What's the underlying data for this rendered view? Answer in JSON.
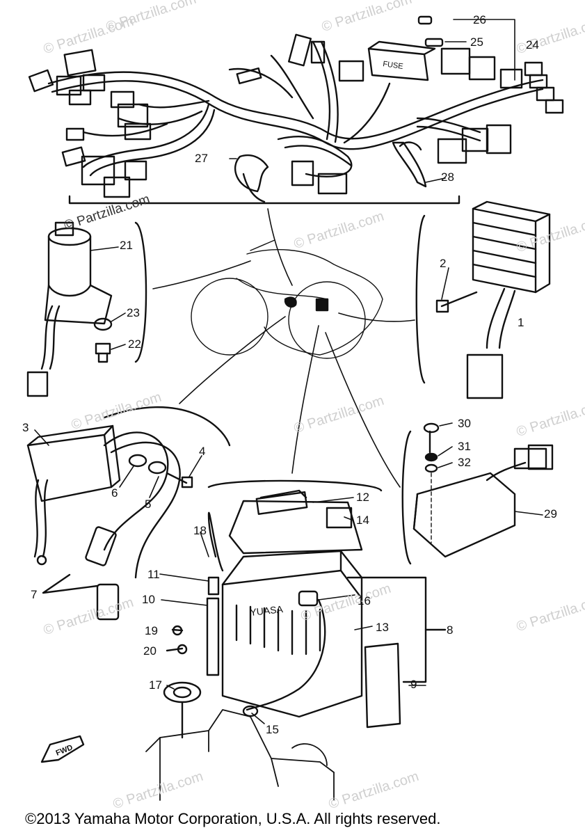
{
  "watermark": "© Partzilla.com",
  "fwd_label": "FWD",
  "battery_brand": "YUASA",
  "fuse_label": "FUSE",
  "callouts": [
    "1",
    "2",
    "3",
    "4",
    "5",
    "6",
    "7",
    "8",
    "9",
    "10",
    "11",
    "12",
    "13",
    "14",
    "15",
    "16",
    "17",
    "18",
    "19",
    "20",
    "21",
    "22",
    "23",
    "24",
    "25",
    "26",
    "27",
    "28",
    "29",
    "30",
    "31",
    "32"
  ],
  "copyright": "©2013  Yamaha Motor Corporation, U.S.A. All rights reserved."
}
